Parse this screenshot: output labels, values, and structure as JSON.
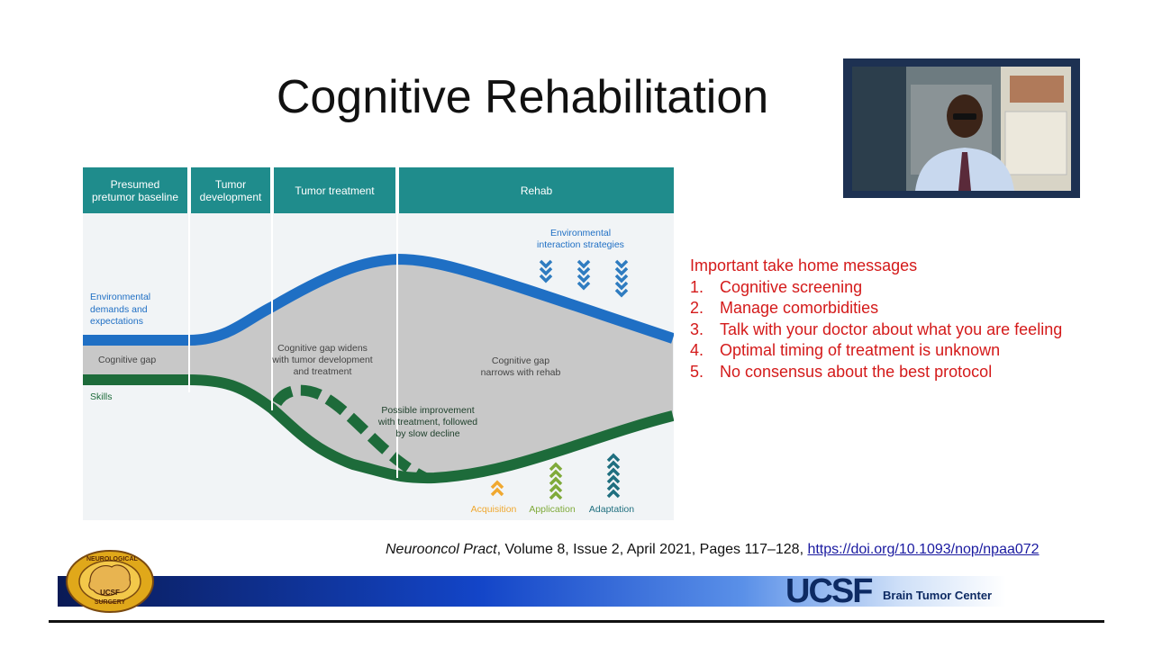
{
  "slide": {
    "title": "Cognitive Rehabilitation"
  },
  "diagram": {
    "headers": [
      "Presumed\npretumor baseline",
      "Tumor\ndevelopment",
      "Tumor treatment",
      "Rehab"
    ],
    "left_labels": {
      "env": "Environmental\ndemands and\nexpectations",
      "gap": "Cognitive gap",
      "skills": "Skills"
    },
    "annotations": {
      "gap_widens": "Cognitive gap widens\nwith tumor development\nand treatment",
      "gap_narrows": "Cognitive gap\nnarrows with rehab",
      "possible_improvement": "Possible improvement\nwith treatment, followed\nby slow decline",
      "env_strategies": "Environmental\ninteraction strategies"
    },
    "strategy_labels": {
      "acquisition": "Acquisition",
      "application": "Application",
      "adaptation": "Adaptation"
    },
    "colors": {
      "header": "#1f8c8c",
      "env_line": "#1f6fc4",
      "skills_line": "#1d6b3a",
      "gap_fill": "#c8c8c8",
      "acquisition": "#f0a830",
      "application": "#7faa3a",
      "adaptation": "#1f6f7f",
      "env_chevrons": "#2f7cc0"
    }
  },
  "messages": {
    "heading": "Important take home messages",
    "items": [
      {
        "num": "1.",
        "text": "Cognitive screening"
      },
      {
        "num": "2.",
        "text": "Manage comorbidities"
      },
      {
        "num": "3.",
        "text": "Talk with your doctor about what you are feeling"
      },
      {
        "num": "4.",
        "text": "Optimal timing of treatment is unknown"
      },
      {
        "num": "5.",
        "text": "No consensus about the best protocol"
      }
    ],
    "color": "#d41a1a"
  },
  "citation": {
    "journal": "Neurooncol Pract",
    "details": ", Volume 8, Issue 2, April 2021, Pages 117–128, ",
    "link": "https://doi.org/10.1093/nop/npaa072"
  },
  "footer": {
    "logo_top": "NEUROLOGICAL",
    "logo_bottom": "SURGERY",
    "logo_center": "UCSF",
    "brand": "UCSF",
    "center_name": "Brain Tumor Center"
  }
}
